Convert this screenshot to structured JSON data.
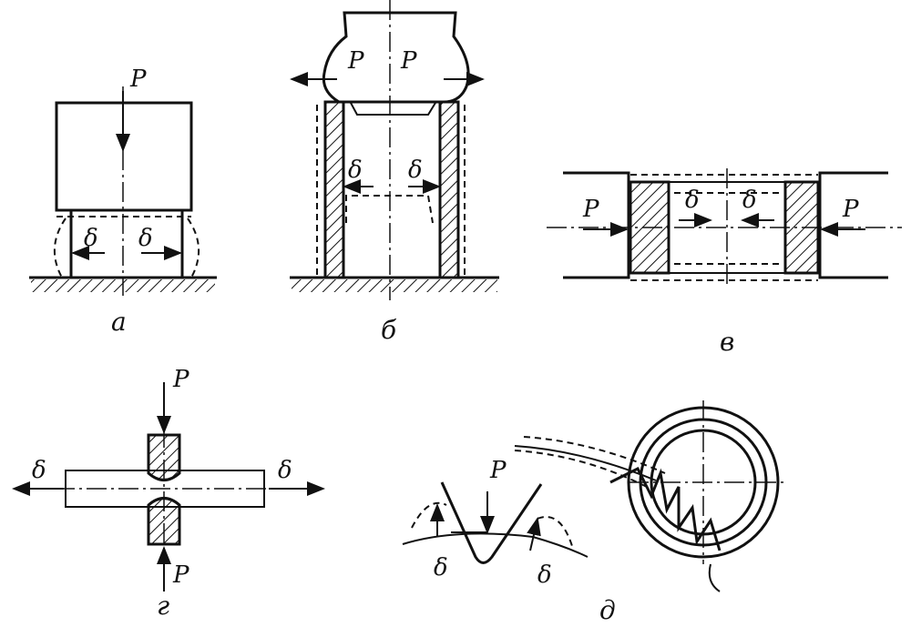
{
  "figure": {
    "force_label": "P",
    "deformation_label": "δ",
    "panels": [
      {
        "id": "a",
        "caption": "а"
      },
      {
        "id": "b",
        "caption": "б"
      },
      {
        "id": "v",
        "caption": "в"
      },
      {
        "id": "g",
        "caption": "г"
      },
      {
        "id": "d",
        "caption": "д"
      }
    ]
  }
}
